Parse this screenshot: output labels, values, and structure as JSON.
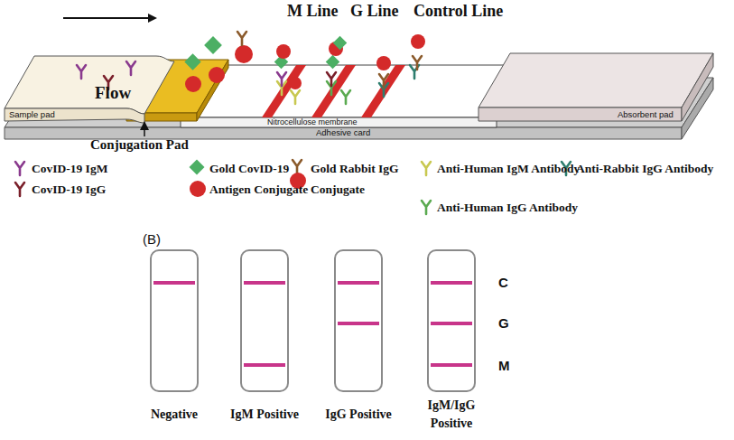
{
  "diagram": {
    "nodes": [
      {
        "text": [
          "Sample pad"
        ]
      },
      {
        "text": [
          "Nitrocellulose membrane"
        ]
      },
      {
        "text": [
          "Absorbent pad"
        ]
      },
      {
        "text": [
          "Adhesive card"
        ]
      },
      {
        "text": [
          "Negative"
        ]
      },
      {
        "text": [
          "IgM Positive"
        ]
      },
      {
        "text": [
          "IgG Positive"
        ]
      },
      {
        "text": [
          "IgM/IgG Positive"
        ]
      }
    ],
    "labels": [
      "Flow",
      "M Line",
      "G Line",
      "Control Line",
      "Conjugation Pad",
      "(B)",
      "C",
      "G",
      "M"
    ],
    "legend": [
      {
        "text": "CovID-19 IgM"
      },
      {
        "text": "CovID-19 IgG"
      },
      {
        "text": "Gold CovID-19 Antigen Conjugate"
      },
      {
        "text": "Gold Rabbit IgG Conjugate"
      },
      {
        "text": "Anti-Human IgM Antibody"
      },
      {
        "text": "Anti-Rabbit IgG Antibody"
      },
      {
        "text": "Anti-Human IgG Antibody"
      }
    ]
  }
}
